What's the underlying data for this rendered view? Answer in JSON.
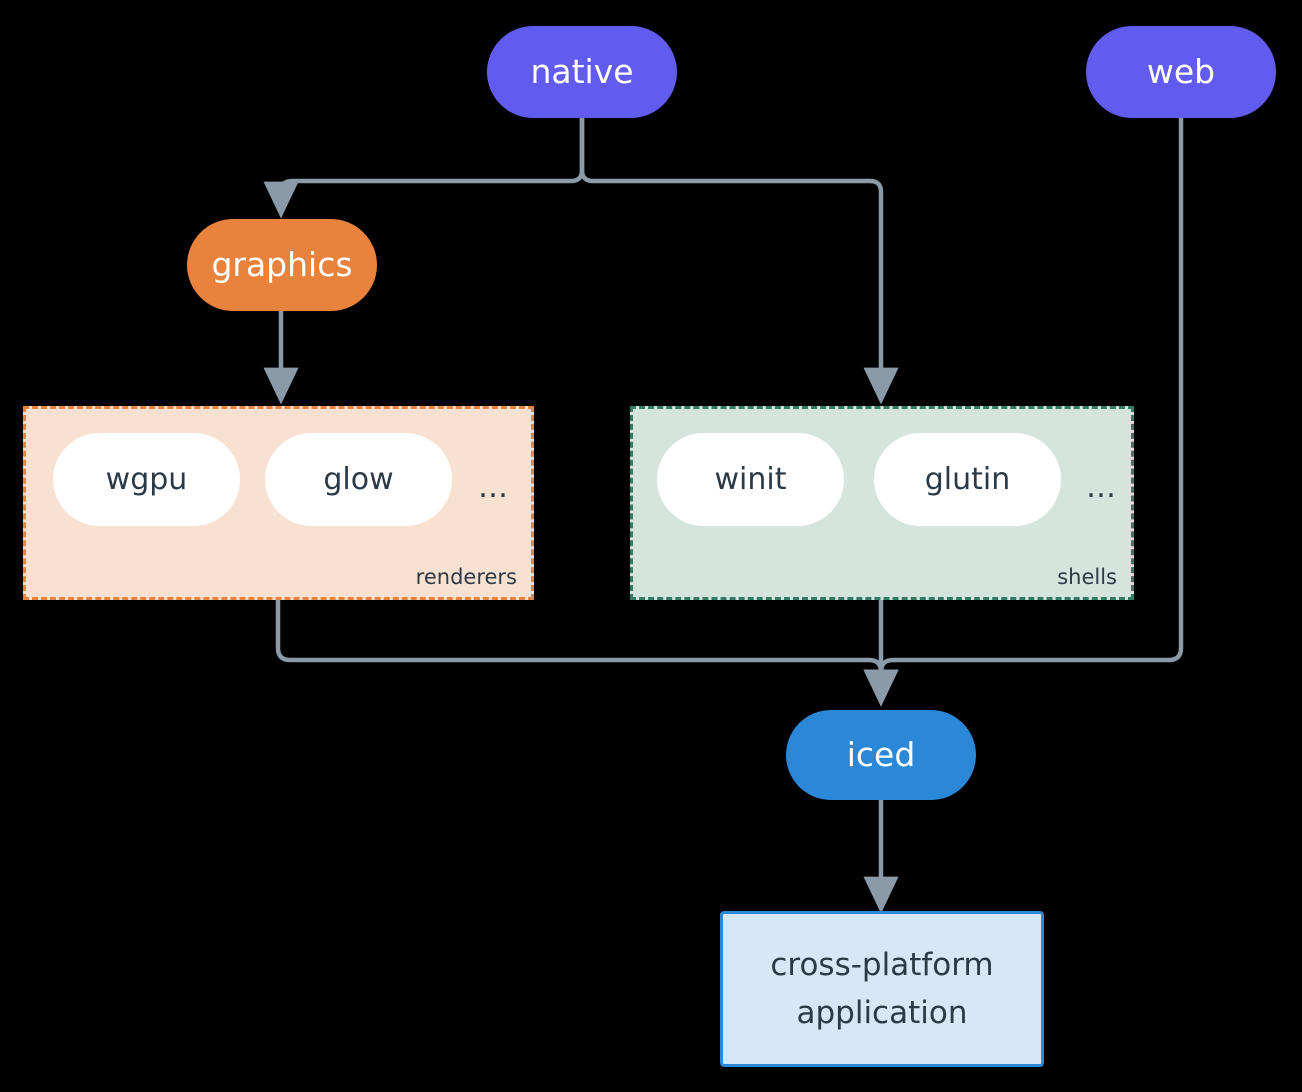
{
  "diagram": {
    "type": "flowchart",
    "title": "iced architecture",
    "background_color": "#000000",
    "edge_color": "#8a9aa8",
    "nodes": [
      {
        "id": "native",
        "label": "native",
        "shape": "pill",
        "color": "#625bf0",
        "text_color": "#ffffff"
      },
      {
        "id": "web",
        "label": "web",
        "shape": "pill",
        "color": "#625bf0",
        "text_color": "#ffffff"
      },
      {
        "id": "graphics",
        "label": "graphics",
        "shape": "pill",
        "color": "#e8823c",
        "text_color": "#ffffff"
      },
      {
        "id": "iced",
        "label": "iced",
        "shape": "pill",
        "color": "#2b87d8",
        "text_color": "#ffffff"
      },
      {
        "id": "app",
        "label": "cross-platform\napplication",
        "shape": "rect",
        "color": "#d6e8f8",
        "text_color": "#2b3a47"
      }
    ],
    "groups": [
      {
        "id": "renderers",
        "label": "renderers",
        "fill": "#f9e1d2",
        "border": "#e8823c",
        "border_style": "dashed",
        "members": [
          "wgpu",
          "glow"
        ],
        "overflow": "…"
      },
      {
        "id": "shells",
        "label": "shells",
        "fill": "#d5e5de",
        "border": "#2e7d64",
        "border_style": "dashed",
        "members": [
          "winit",
          "glutin"
        ],
        "overflow": "…"
      }
    ],
    "edges": [
      {
        "from": "native",
        "to": "graphics"
      },
      {
        "from": "native",
        "to": "shells"
      },
      {
        "from": "graphics",
        "to": "renderers"
      },
      {
        "from": "renderers",
        "to": "iced"
      },
      {
        "from": "shells",
        "to": "iced"
      },
      {
        "from": "web",
        "to": "iced"
      },
      {
        "from": "iced",
        "to": "app"
      }
    ]
  },
  "labels": {
    "native": "native",
    "web": "web",
    "graphics": "graphics",
    "iced": "iced",
    "wgpu": "wgpu",
    "glow": "glow",
    "winit": "winit",
    "glutin": "glutin",
    "renderers_ellipsis": "…",
    "shells_ellipsis": "…",
    "renderers_group": "renderers",
    "shells_group": "shells",
    "app_line1": "cross-platform",
    "app_line2": "application"
  }
}
